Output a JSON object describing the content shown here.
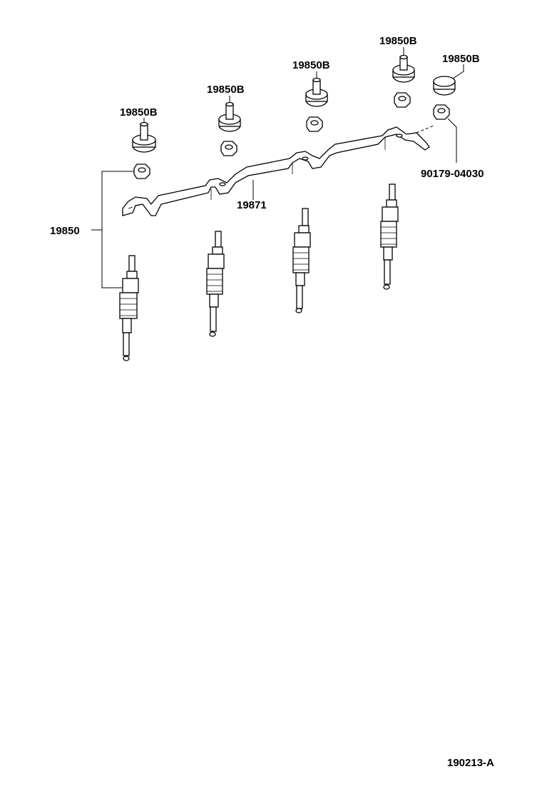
{
  "labels": {
    "nut_b_1": "19850B",
    "nut_b_2": "19850B",
    "nut_b_3": "19850B",
    "nut_b_4": "19850B",
    "nut_b_5": "19850B",
    "glow_plug": "19850",
    "connector": "19871",
    "nut": "90179-04030"
  },
  "figure_id": "190213-A"
}
